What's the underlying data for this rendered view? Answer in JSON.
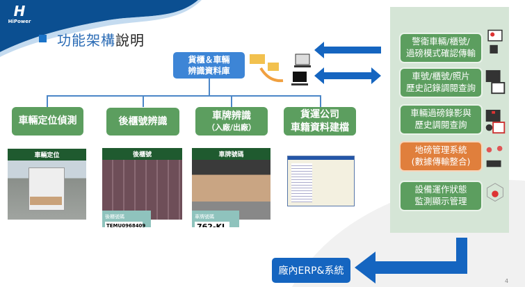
{
  "brand": {
    "logo_text": "HiPower"
  },
  "title": {
    "part1": "功能架構",
    "part2": "說明"
  },
  "database": {
    "line1": "貨櫃＆車輛",
    "line2": "辨識資料庫"
  },
  "modules": [
    {
      "line1": "車輛定位偵測",
      "line2": ""
    },
    {
      "line1": "後櫃號辨識",
      "line2": ""
    },
    {
      "line1": "車牌辨識",
      "line2": "（入廠/出廠）"
    },
    {
      "line1": "貨運公司",
      "line2": "車籍資料建檔"
    }
  ],
  "photos": [
    {
      "header": "車輛定位"
    },
    {
      "header": "後櫃號",
      "caption": "後櫃號碼",
      "value": "TEMU0968409"
    },
    {
      "header": "車牌號碼",
      "caption": "車牌號碼",
      "value": "762-KL"
    }
  ],
  "right_panel": [
    {
      "line1": "警衛車輛/櫃號/",
      "line2": "過磅模式確認傳輸",
      "color": "#5c9e5f"
    },
    {
      "line1": "車號/櫃號/照片",
      "line2": "歷史記錄調閱查詢",
      "color": "#5c9e5f"
    },
    {
      "line1": "車輛過磅錄影與",
      "line2": "歷史調閱查詢",
      "color": "#5c9e5f"
    },
    {
      "line1": "地磅管理系統",
      "line2": "(數據傳輸整合)",
      "color": "#e07f3c"
    },
    {
      "line1": "設備運作狀態",
      "line2": "監測顯示管理",
      "color": "#5c9e5f"
    }
  ],
  "erp": {
    "label": "廠內ERP&系統"
  },
  "page_number": "4",
  "colors": {
    "brand_blue": "#0b4f91",
    "db_blue": "#3d85d6",
    "green": "#5c9e5f",
    "orange": "#e07f3c",
    "panel": "#d5e5d6",
    "arrow_blue": "#1565c0"
  }
}
